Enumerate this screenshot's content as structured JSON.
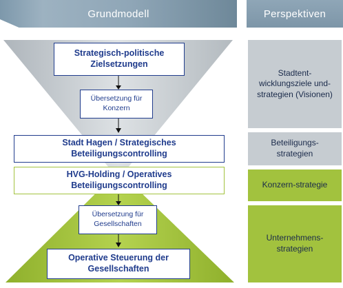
{
  "headers": {
    "left": "Grundmodell",
    "right": "Perspektiven"
  },
  "diagram": {
    "top_box": "Strategisch-politische Zielsetzungen",
    "note_top": "Übersetzung für Konzern",
    "middle_box_1": "Stadt Hagen / Strategisches Beteiligungscontrolling",
    "middle_box_2": "HVG-Holding / Operatives Beteiligungscontrolling",
    "note_bottom": "Übersetzung für Gesellschaften",
    "bottom_box": "Operative Steuerung der Gesellschaften"
  },
  "perspectives": [
    {
      "label": "Stadtent-wicklungsziele und-strategien (Visionen)",
      "tone": "grey"
    },
    {
      "label": "Beteiligungs-strategien",
      "tone": "grey"
    },
    {
      "label": "Konzern-strategie",
      "tone": "green"
    },
    {
      "label": "Unternehmens-strategien",
      "tone": "green"
    }
  ],
  "colors": {
    "header": "#8fa6b7",
    "grey_panel": "#c6ccd1",
    "green_panel": "#a2c23e",
    "text_blue": "#1f3b8c",
    "box_border_blue": "#1f3b8c",
    "box_border_green": "#a2c23e"
  }
}
